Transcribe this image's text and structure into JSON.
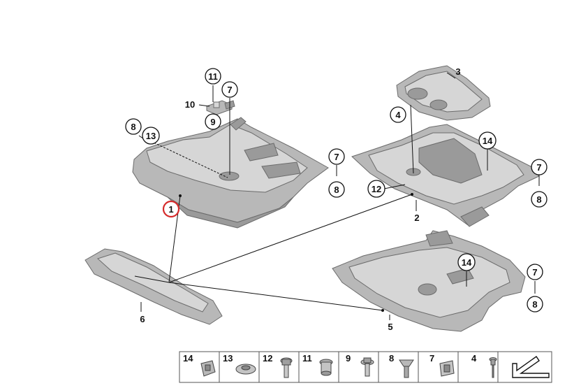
{
  "callouts": {
    "c1": "1",
    "c2": "2",
    "c3": "3",
    "c4": "4",
    "c5": "5",
    "c6": "6",
    "c7a": "7",
    "c7b": "7",
    "c7c": "7",
    "c7d": "7",
    "c8a": "8",
    "c8b": "8",
    "c8c": "8",
    "c8d": "8",
    "c9": "9",
    "c10": "10",
    "c11": "11",
    "c12": "12",
    "c13": "13",
    "c14a": "14",
    "c14b": "14"
  },
  "legend": {
    "items": [
      "14",
      "13",
      "12",
      "11",
      "9",
      "8",
      "7",
      "4"
    ]
  },
  "colors": {
    "highlight": "#d52a2a",
    "panel_dark": "#9a9a9a",
    "panel_mid": "#b8b8b8",
    "panel_light": "#d6d6d6"
  },
  "icons": {
    "strip_end": "arrow-outline-icon"
  }
}
